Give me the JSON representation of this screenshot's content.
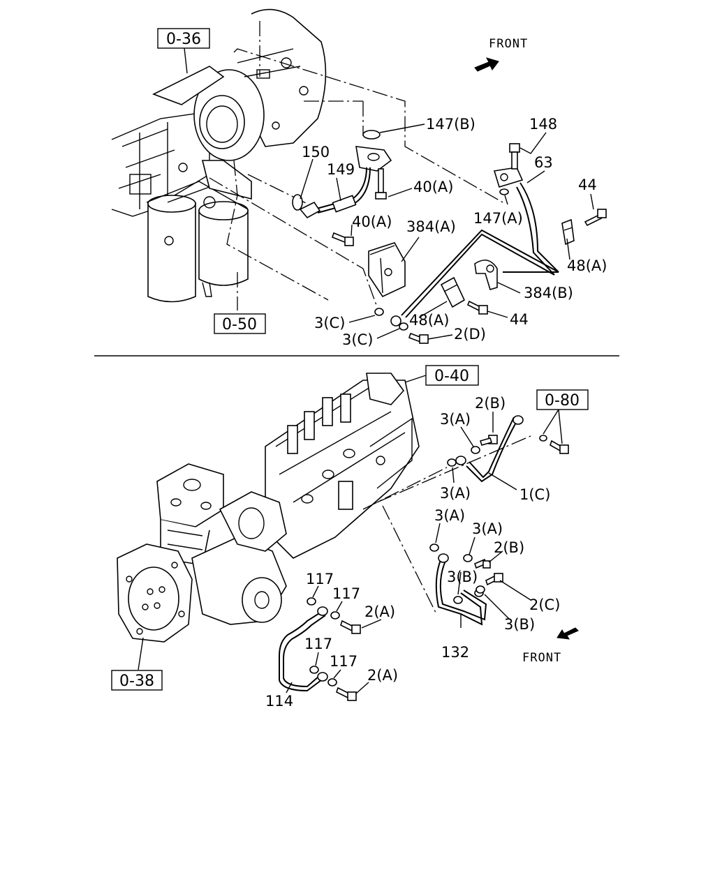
{
  "top_diagram": {
    "ref_boxes": {
      "r036": "0-36",
      "r050": "0-50"
    },
    "front": "FRONT",
    "labels": {
      "l147b": "147(B)",
      "l148": "148",
      "l63": "63",
      "l150": "150",
      "l149": "149",
      "l40a_1": "40(A)",
      "l40a_2": "40(A)",
      "l44_1": "44",
      "l147a": "147(A)",
      "l384a": "384(A)",
      "l48a_1": "48(A)",
      "l384b": "384(B)",
      "l44_2": "44",
      "l3c_1": "3(C)",
      "l48a_2": "48(A)",
      "l3c_2": "3(C)",
      "l2d": "2(D)"
    }
  },
  "bottom_diagram": {
    "ref_boxes": {
      "r040": "0-40",
      "r080": "0-80",
      "r038": "0-38"
    },
    "front": "FRONT",
    "labels": {
      "l2b_1": "2(B)",
      "l3a_1": "3(A)",
      "l3a_2": "3(A)",
      "l1c": "1(C)",
      "l3a_3": "3(A)",
      "l3a_4": "3(A)",
      "l2b_2": "2(B)",
      "l3b_1": "3(B)",
      "l2c": "2(C)",
      "l3b_2": "3(B)",
      "l132": "132",
      "l117_1": "117",
      "l117_2": "117",
      "l2a_1": "2(A)",
      "l117_3": "117",
      "l117_4": "117",
      "l2a_2": "2(A)",
      "l114": "114"
    }
  }
}
